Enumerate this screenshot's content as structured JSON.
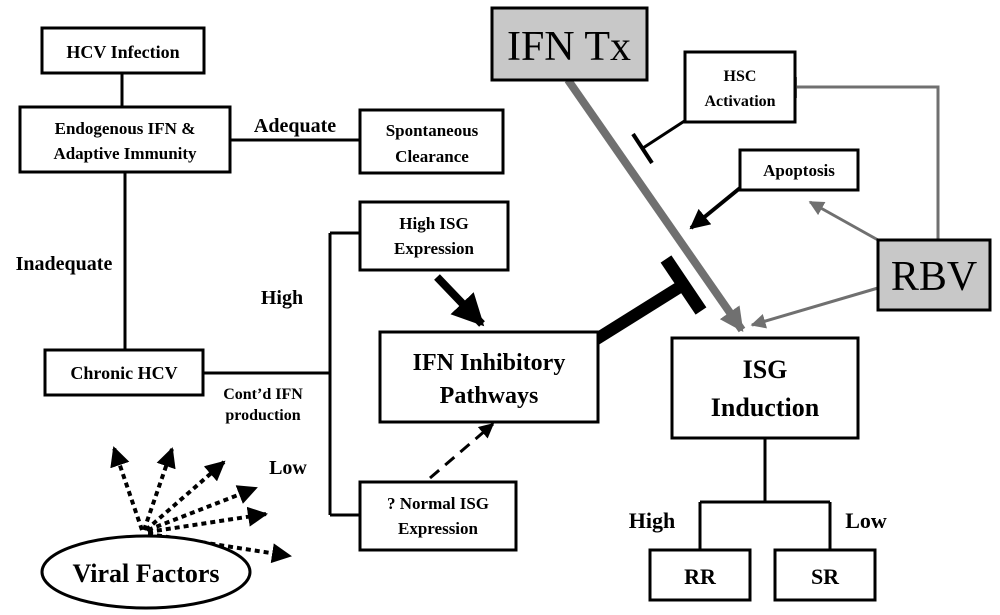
{
  "nodes": {
    "hcv_infection": "HCV Infection",
    "endogenous": [
      "Endogenous IFN &",
      "Adaptive Immunity"
    ],
    "spontaneous": [
      "Spontaneous",
      "Clearance"
    ],
    "chronic": "Chronic HCV",
    "high_isg": [
      "High ISG",
      "Expression"
    ],
    "normal_isg": [
      "? Normal ISG",
      "Expression"
    ],
    "inhibitory": [
      "IFN Inhibitory",
      "Pathways"
    ],
    "ifn_tx": "IFN Tx",
    "hsc": [
      "HSC",
      "Activation"
    ],
    "apoptosis": "Apoptosis",
    "rbv": "RBV",
    "isg_induction": [
      "ISG",
      "Induction"
    ],
    "rr": "RR",
    "sr": "SR",
    "viral": "Viral Factors"
  },
  "labels": {
    "adequate": "Adequate",
    "inadequate": "Inadequate",
    "high_left": "High",
    "low_left": "Low",
    "contd": [
      "Cont’d IFN",
      "production"
    ],
    "high_right": "High",
    "low_right": "Low"
  },
  "colors": {
    "gray_fill": "#c8c8c8",
    "gray_arrow": "#707070",
    "black": "#000000"
  }
}
